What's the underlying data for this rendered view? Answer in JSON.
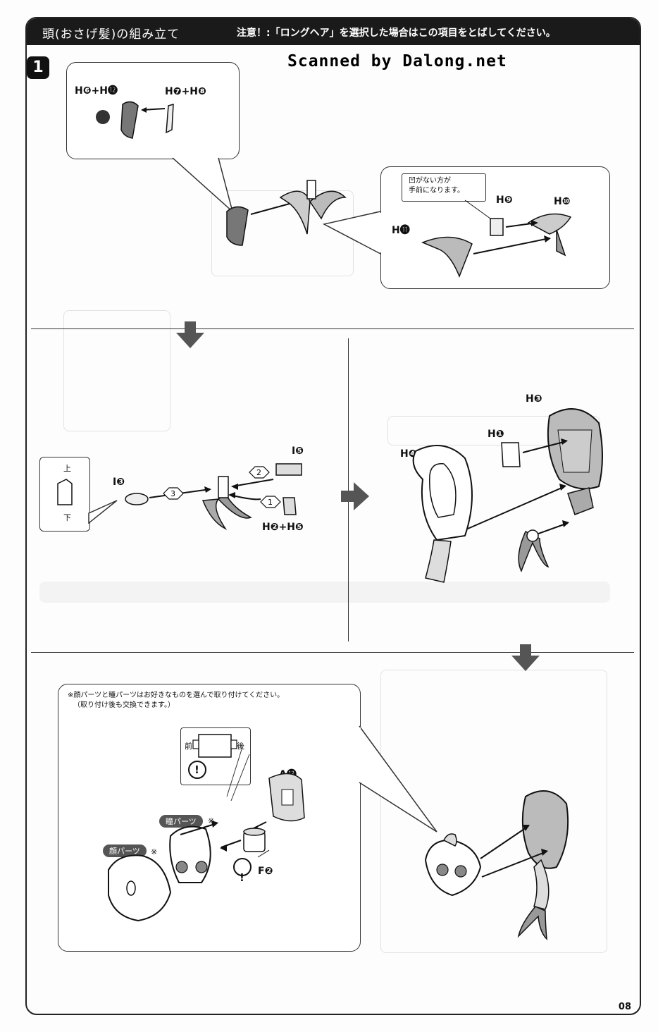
{
  "header": {
    "title": "頭(おさげ髪)の組み立て",
    "notice": "注意！:「ロングヘア」を選択した場合はこの項目をとばしてください。"
  },
  "step": "1",
  "watermark": "Scanned by Dalong.net",
  "page_number": "08",
  "section1": {
    "callout_left": {
      "label_a": "H❻+H⓬",
      "label_b": "H❼+H❽"
    },
    "callout_right": {
      "note": [
        "凹がない方が",
        "手前になります。"
      ],
      "label_h9": "H❾",
      "label_h10": "H❿",
      "label_h11": "H⓫"
    }
  },
  "section2": {
    "callout": {
      "top": "上",
      "bottom": "下"
    },
    "label_i3": "I❸",
    "label_i5": "I❺",
    "label_h2h5": "H❷+H❺",
    "order": [
      "1",
      "2",
      "3"
    ],
    "label_h3": "H❸",
    "label_h1": "H❶",
    "label_h4": "H❹"
  },
  "section3": {
    "note": [
      "※顔パーツと瞳パーツはお好きなものを選んで取り付けてください。",
      "（取り付け後も交換できます。）"
    ],
    "front": "前",
    "back": "後",
    "caution": "!",
    "label_a13": "A⓭",
    "label_f2": "F❷",
    "eye_tag": "瞳パーツ",
    "face_tag": "顔パーツ",
    "asterisk": "※"
  }
}
